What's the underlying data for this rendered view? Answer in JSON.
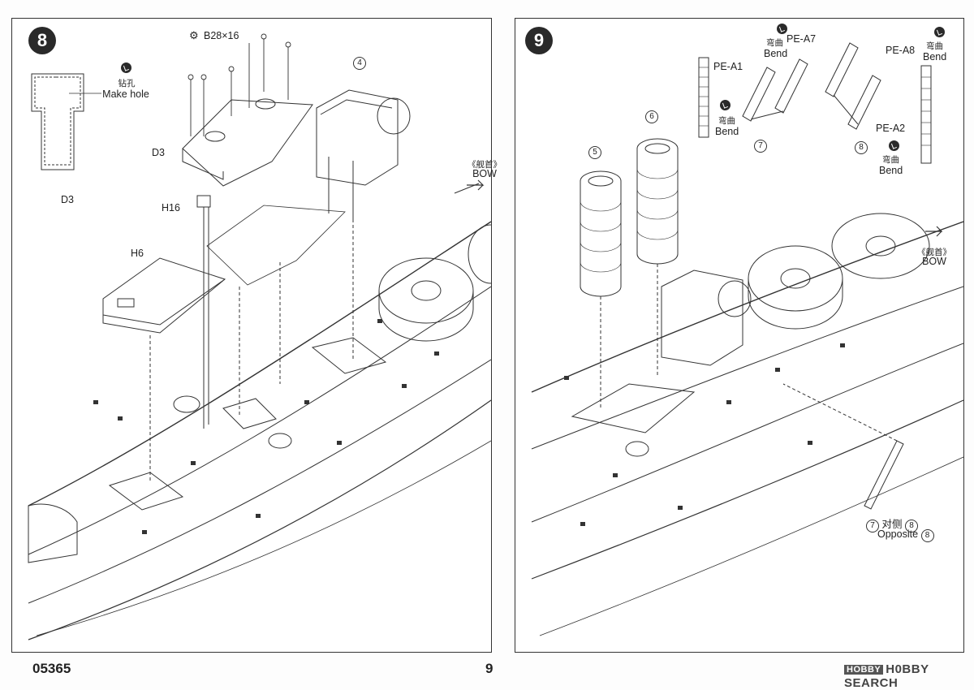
{
  "step8": {
    "number": "8",
    "fastener_label": "B28×16",
    "drill_cn": "钻孔",
    "drill_en": "Make hole",
    "part_d3_top": "D3",
    "part_d3_detail": "D3",
    "part_h16": "H16",
    "part_h6": "H6",
    "callout": "4",
    "bow_cn": "《舰首》",
    "bow_en": "BOW"
  },
  "step9": {
    "number": "9",
    "pe_a1": "PE-A1",
    "pe_a7": "PE-A7",
    "pe_a8": "PE-A8",
    "pe_a2": "PE-A2",
    "bend_cn": "弯曲",
    "bend_en": "Bend",
    "callout_5": "5",
    "callout_6": "6",
    "callout_7": "7",
    "callout_8": "8",
    "bow_cn": "《舰首》",
    "bow_en": "BOW",
    "opposite_cn": "对侧",
    "opposite_en": "Opposite"
  },
  "footer": {
    "product_code": "05365",
    "page_number": "9",
    "watermark_badge": "HOBBY",
    "watermark_text": "H0BBY SEARCH"
  },
  "icons": [
    "drill-icon",
    "bolt-icon",
    "bend-icon",
    "arrow-icon"
  ]
}
